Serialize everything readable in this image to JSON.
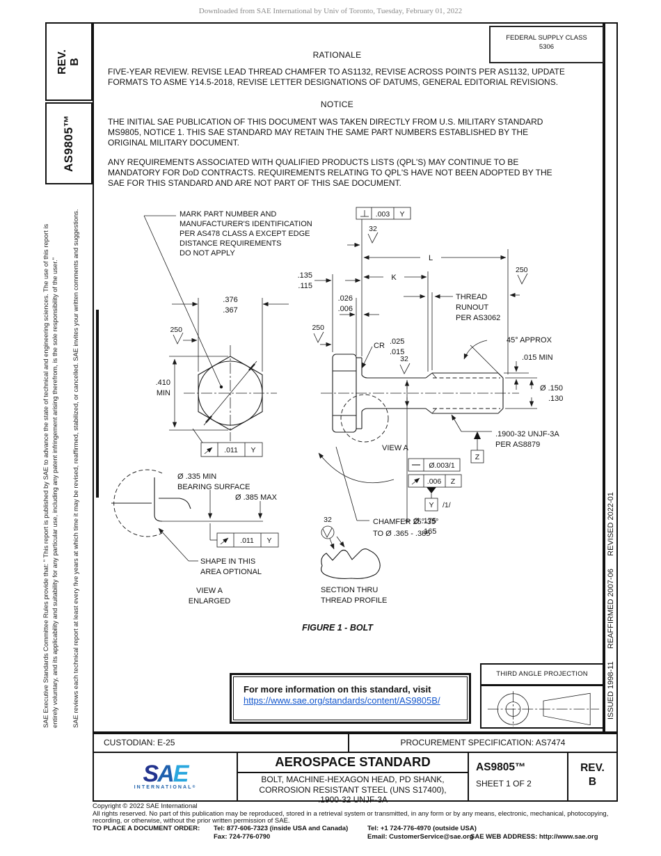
{
  "header": {
    "download_notice": "Downloaded from SAE International by Univ of Toronto, Tuesday, February 01, 2022"
  },
  "left_column": {
    "rev_label": "REV.",
    "rev_value": "B",
    "doc_number": "AS9805™",
    "disclaimer_para1": "SAE Executive Standards Committee Rules provide that: \" This report is published by SAE to advance the state of technical and engineering sciences. The use of this report is\nentirely voluntary, and its applicability and suitability for any particular use, including any patent infringement arising therefrom, is the sole responsibility of the user.\"",
    "disclaimer_para2": "SAE reviews each technical report at least every five years at which time it may be revised, reaffirmed, stabilized, or cancelled. SAE invites your written comments and suggestions."
  },
  "right_column": {
    "revision_history": "ISSUED 1998-11      REAFFIRMED 2007-06      REVISED 2022-01"
  },
  "federal_supply_class": {
    "label": "FEDERAL SUPPLY CLASS",
    "value": "5306"
  },
  "rationale": {
    "heading": "RATIONALE",
    "body": "FIVE-YEAR REVIEW. REVISE LEAD THREAD CHAMFER TO AS1132, REVISE ACROSS POINTS PER AS1132, UPDATE\nFORMATS TO ASME Y14.5-2018, REVISE LETTER DESIGNATIONS OF DATUMS, GENERAL EDITORIAL REVISIONS."
  },
  "notice": {
    "heading": "NOTICE",
    "para1": "THE INITIAL SAE PUBLICATION OF THIS DOCUMENT WAS TAKEN DIRECTLY FROM U.S. MILITARY STANDARD\nMS9805, NOTICE 1. THIS SAE STANDARD MAY RETAIN THE SAME PART NUMBERS ESTABLISHED BY THE\nORIGINAL MILITARY DOCUMENT.",
    "para2": "ANY REQUIREMENTS ASSOCIATED WITH QUALIFIED PRODUCTS LISTS (QPL'S) MAY CONTINUE TO BE\nMANDATORY FOR DoD CONTRACTS. REQUIREMENTS RELATING TO QPL'S HAVE NOT BEEN ADOPTED BY THE\nSAE FOR THIS STANDARD AND ARE NOT PART OF THIS SAE DOCUMENT."
  },
  "figure": {
    "caption": "FIGURE 1 - BOLT",
    "mark_note": [
      "MARK PART NUMBER AND",
      "MANUFACTURER'S IDENTIFICATION",
      "PER AS478 CLASS A EXCEPT EDGE",
      "DISTANCE REQUIREMENTS",
      "DO NOT APPLY"
    ],
    "thread_runout_note": [
      "THREAD",
      "RUNOUT",
      "PER AS3062"
    ],
    "section_label": [
      "SECTION THRU",
      "THREAD PROFILE"
    ],
    "view_a_label": "VIEW A",
    "view_a_enlarged": [
      "VIEW A",
      "ENLARGED"
    ],
    "shape_note": [
      "SHAPE IN THIS",
      "AREA OPTIONAL"
    ],
    "bearing_note": [
      "Ø .335 MIN",
      "BEARING SURFACE"
    ],
    "bearing_max": "Ø .385 MAX",
    "chamfer_note": [
      "CHAMFER 25°-35°",
      "TO Ø .365 - .385"
    ],
    "dims": {
      "af_upper": ".376",
      "af_lower": ".367",
      "ac": ".410",
      "ac_min": "MIN",
      "head_upper": ".135",
      "head_lower": ".115",
      "washer_upper": ".026",
      "washer_lower": ".006",
      "cr": "CR",
      "cr_upper": ".025",
      "cr_lower": ".015",
      "L": "L",
      "K": "K",
      "angle": "45° APPROX",
      "end_clearance": ".015 MIN",
      "end_dia_upper": "Ø .150",
      "end_dia_lower": ".130",
      "shank_dia_upper": "Ø .175",
      "shank_dia_lower": ".165",
      "thread_callout": ".1900-32 UNJF-3A",
      "thread_spec": "PER AS8879",
      "finish_250": "250",
      "finish_32": "32"
    },
    "fcf": {
      "perp_tol": ".003",
      "perp_datum": "Y",
      "runout_hex_tol": ".011",
      "runout_hex_datum": "Y",
      "runout_bearing_tol": ".011",
      "runout_bearing_datum": "Y",
      "straight_tol": "Ø.003/1",
      "runout_thread_tol": ".006",
      "runout_thread_datum": "Z",
      "datum_y": "Y",
      "datum_z": "Z",
      "datum_note": "/1/"
    }
  },
  "info_box": {
    "line1": "For more information on this standard, visit",
    "link": "https://www.sae.org/standards/content/AS9805B/"
  },
  "projection_box": {
    "title": "THIRD ANGLE PROJECTION"
  },
  "admin_row": {
    "custodian": "CUSTODIAN: E-25",
    "procurement": "PROCUREMENT SPECIFICATION: AS7474"
  },
  "title_block": {
    "heading": "AEROSPACE STANDARD",
    "subtitle": "BOLT, MACHINE-HEXAGON HEAD, PD SHANK,\nCORROSION RESISTANT STEEL (UNS S17400),\n.1900-32 UNJF-3A",
    "doc_number": "AS9805™",
    "sheet": "SHEET 1 OF 2",
    "rev_label": "REV.",
    "rev_value": "B",
    "logo_text": "SAE",
    "logo_subtext": "INTERNATIONAL",
    "logo_reg": "®"
  },
  "footer": {
    "copyright": "Copyright © 2022 SAE International",
    "rights": "All rights reserved. No part of this publication may be reproduced, stored in a retrieval system or transmitted, in any form or by any means, electronic, mechanical, photocopying,\nrecording, or otherwise, without the prior written permission of SAE.",
    "order_label": "TO PLACE A DOCUMENT ORDER:",
    "tel_inside": "Tel: 877-606-7323 (inside USA and Canada)",
    "tel_outside": "Tel: +1 724-776-4970 (outside USA)",
    "fax": "Fax: 724-776-0790",
    "email": "Email: CustomerService@sae.org",
    "web": "SAE WEB ADDRESS: http://www.sae.org"
  },
  "colors": {
    "link": "#1155CC",
    "logo_dark": "#22338e",
    "logo_mid": "#1f61ae",
    "logo_light": "#2aa7de"
  }
}
